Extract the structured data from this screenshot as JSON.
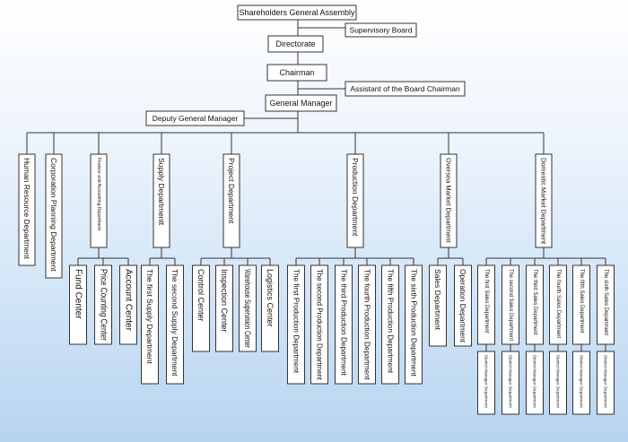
{
  "orgchart": {
    "shareholders": "Shareholders General Assembly",
    "supervisory": "Supervisory Board",
    "directorate": "Directorate",
    "chairman": "Chairman",
    "assistant": "Assistant of the Board Chairman",
    "general_manager": "General Manager",
    "deputy": "Deputy General Manager",
    "departments": [
      {
        "label": "Human Resource Department",
        "children": []
      },
      {
        "label": "Corporation Planning Department",
        "children": []
      },
      {
        "label": "Finance and Accounting Department",
        "children": [
          "Fund Center",
          "Price Counting Center",
          "Account Center"
        ]
      },
      {
        "label": "Supply Departmentt",
        "children": [
          "The first Supply Department",
          "The second Supply Department"
        ]
      },
      {
        "label": "Project Department",
        "children": [
          "Control Center",
          "Inspection Center",
          "Warehouse Supervision Center",
          "Logistics Center"
        ]
      },
      {
        "label": "Production Department",
        "children": [
          "The first Production Department",
          "The second Production Department",
          "The third Production Department",
          "The fourth Production Department",
          "The fifth Production Department",
          "The sixth Production Department"
        ]
      },
      {
        "label": "Oversea Market Department",
        "children": [
          "Sales Department",
          "Operation Department"
        ]
      },
      {
        "label": "Domestic Market Department",
        "children": [
          "The first Sales Department",
          "The second Sales Department",
          "The third Sales Department",
          "The fourth Sales Department",
          "The fifth Sales Department",
          "The sixth Sales Department"
        ]
      }
    ],
    "district_manager": "District Manager Department"
  }
}
